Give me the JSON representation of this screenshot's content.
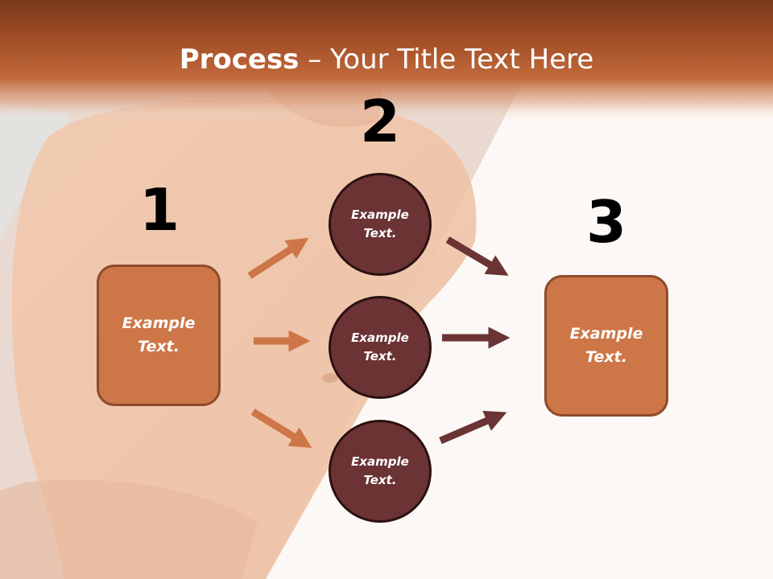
{
  "title": {
    "bold": "Process",
    "rest": " – Your Title Text Here"
  },
  "steps": [
    {
      "number": "1",
      "label_line1": "Example",
      "label_line2": "Text."
    },
    {
      "number": "2"
    },
    {
      "number": "3",
      "label_line1": "Example",
      "label_line2": "Text."
    }
  ],
  "circles": [
    {
      "label_line1": "Example",
      "label_line2": "Text."
    },
    {
      "label_line1": "Example",
      "label_line2": "Text."
    },
    {
      "label_line1": "Example",
      "label_line2": "Text."
    }
  ],
  "colors": {
    "header": "#b9592e",
    "box": "#cd7647",
    "circle": "#6b3334",
    "arrow_in": "#cd7647",
    "arrow_out": "#6b3334"
  }
}
